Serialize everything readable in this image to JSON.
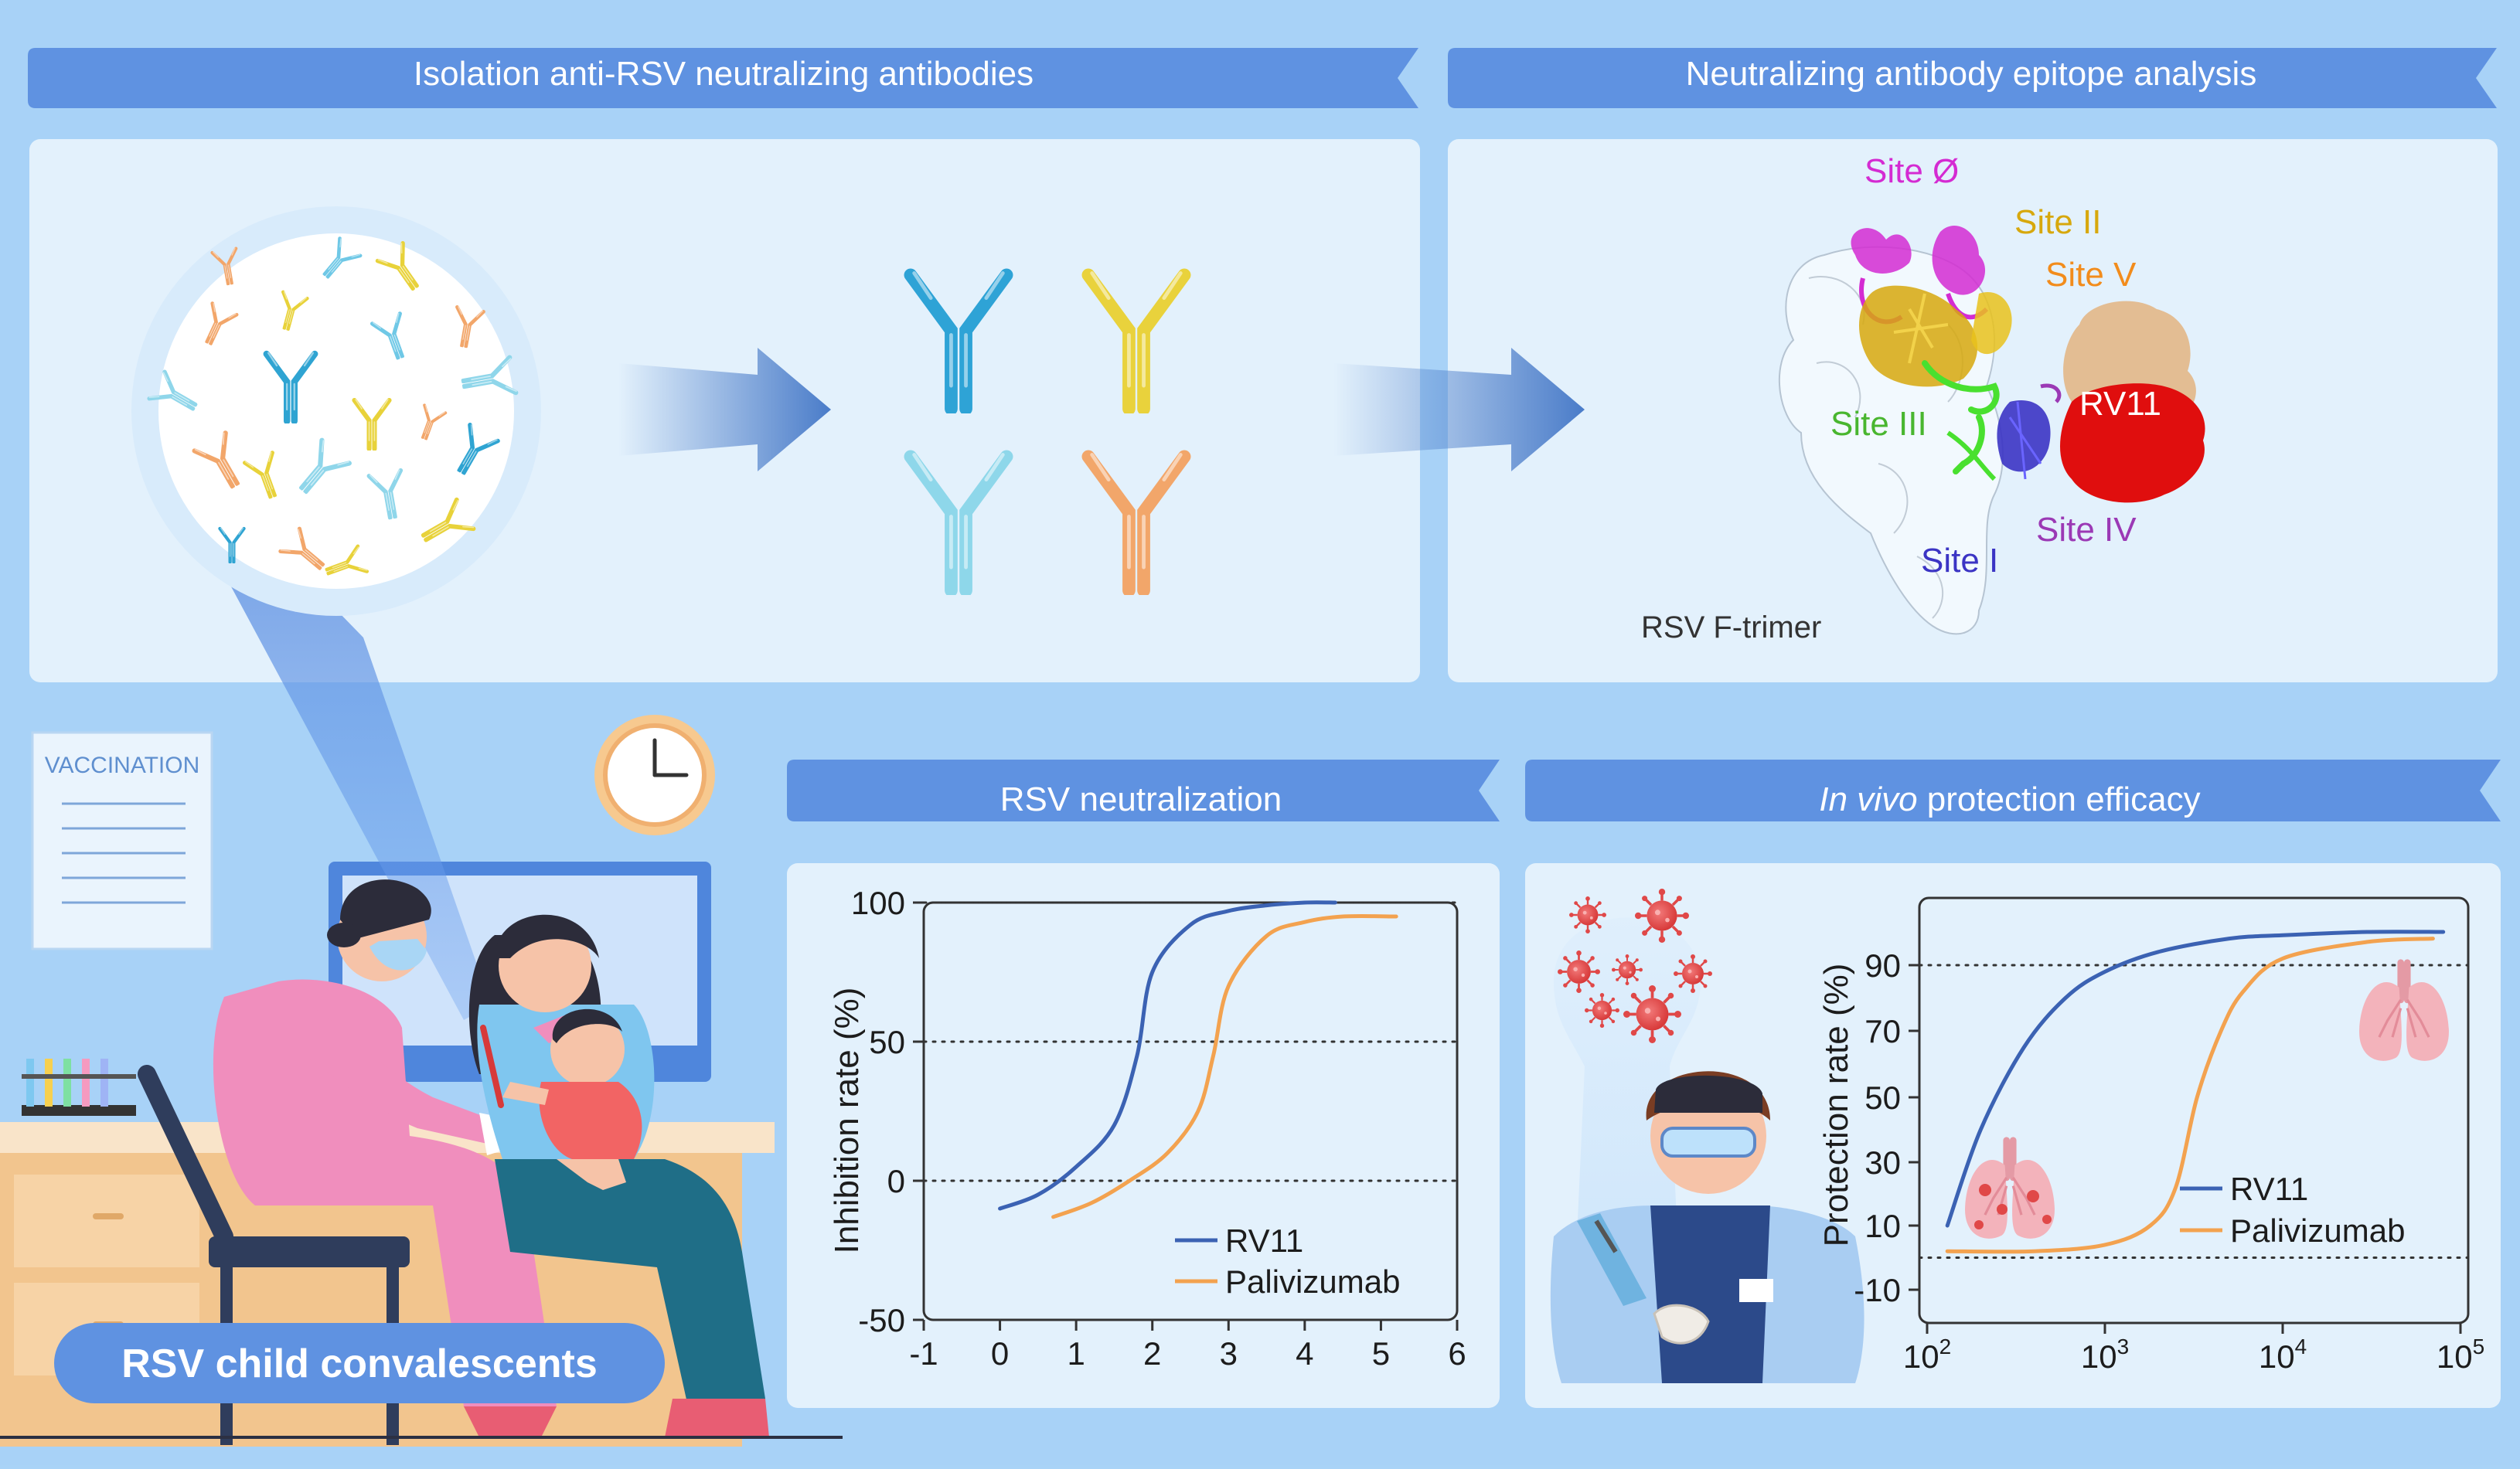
{
  "banners": {
    "isolation": "Isolation anti-RSV neutralizing antibodies",
    "epitope": "Neutralizing antibody epitope analysis",
    "neutralization": "RSV neutralization",
    "invivo_italic": "In vivo",
    "invivo_rest": " protection efficacy"
  },
  "epitope_labels": {
    "site_0": "Site Ø",
    "site_ii": "Site II",
    "site_v": "Site V",
    "rv11": "RV11",
    "site_iii": "Site III",
    "site_iv": "Site IV",
    "site_i": "Site I",
    "trimer": "RSV F-trimer"
  },
  "clinic": {
    "vaccination_sign": "VACCINATION",
    "cohort_label": "RSV child convalescents"
  },
  "colors": {
    "rv11": "#3b62b3",
    "palivizumab": "#f3a24f",
    "site_0": "#d42bd2",
    "site_ii": "#d7a80d",
    "site_v": "#f28c1c",
    "site_iii": "#49b62f",
    "site_iv": "#9b39b5",
    "site_i": "#3b34c4",
    "rv11_surface": "#e00e0e"
  },
  "chart_data": [
    {
      "type": "line",
      "title": "RSV neutralization",
      "xlabel": "",
      "ylabel": "Inhibition rate (%)",
      "xlim": [
        -1,
        6
      ],
      "ylim": [
        -50,
        100
      ],
      "xticks": [
        "-1",
        "0",
        "1",
        "2",
        "3",
        "4",
        "5",
        "6"
      ],
      "yticks": [
        "100",
        "50",
        "0",
        "-50"
      ],
      "reference_lines": [
        0,
        50,
        100
      ],
      "legend_position": "bottom-right",
      "series": [
        {
          "name": "RV11",
          "x": [
            0,
            0.5,
            1.0,
            1.5,
            1.8,
            2.0,
            2.5,
            3.0,
            3.5,
            4.0,
            4.4
          ],
          "y": [
            -10,
            -5,
            5,
            20,
            45,
            75,
            92,
            97,
            99,
            100,
            100
          ]
        },
        {
          "name": "Palivizumab",
          "x": [
            0.7,
            1.2,
            1.7,
            2.2,
            2.6,
            2.8,
            3.0,
            3.5,
            4.0,
            4.5,
            5.2
          ],
          "y": [
            -13,
            -8,
            0,
            10,
            25,
            45,
            70,
            88,
            93,
            95,
            95
          ]
        }
      ]
    },
    {
      "type": "line",
      "title": "In vivo protection efficacy",
      "xlabel": "",
      "ylabel": "Protection rate (%)",
      "xscale": "log",
      "xlim": [
        100,
        100000
      ],
      "xticks": [
        "10^2",
        "10^3",
        "10^4",
        "10^5"
      ],
      "yticks": [
        "90",
        "70",
        "50",
        "30",
        "10",
        "-10"
      ],
      "reference_lines": [
        0,
        90
      ],
      "legend_position": "bottom-right",
      "series": [
        {
          "name": "RV11",
          "x": [
            130,
            200,
            350,
            600,
            1000,
            2000,
            5000,
            10000,
            30000,
            80000
          ],
          "y": [
            10,
            40,
            65,
            80,
            88,
            94,
            98,
            99,
            100,
            100
          ]
        },
        {
          "name": "Palivizumab",
          "x": [
            130,
            400,
            1000,
            1800,
            2500,
            3300,
            4500,
            6000,
            10000,
            30000,
            70000
          ],
          "y": [
            2,
            2,
            4,
            10,
            22,
            50,
            70,
            82,
            92,
            97,
            98
          ]
        }
      ]
    }
  ]
}
